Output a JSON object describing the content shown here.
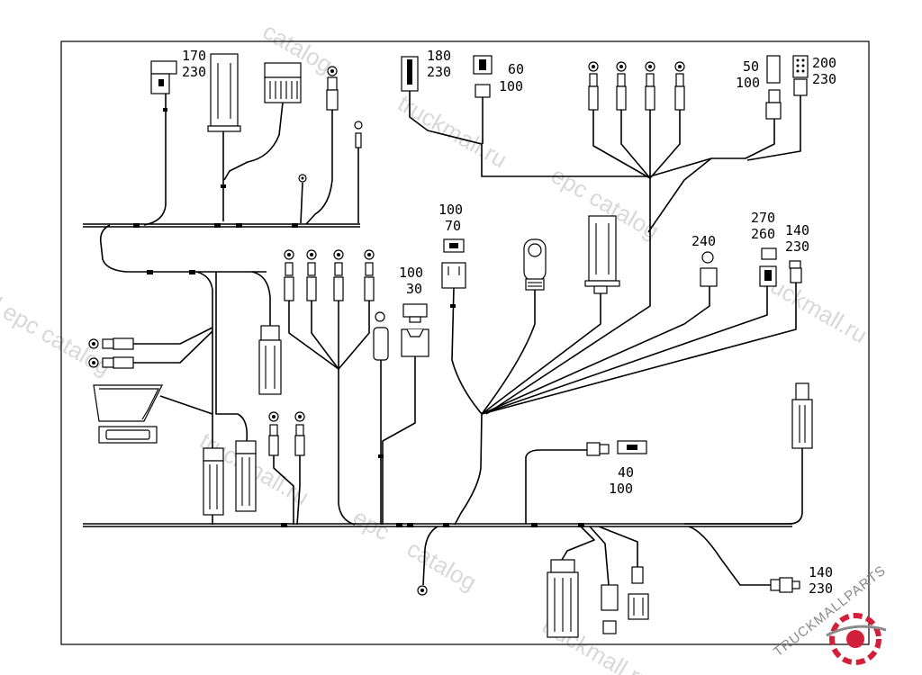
{
  "labels": {
    "l170": "170",
    "l230a": "230",
    "l180": "180",
    "l230b": "230",
    "l60": "60",
    "l100a": "100",
    "l50": "50",
    "l100b": "100",
    "l200": "200",
    "l230c": "230",
    "l100c": "100",
    "l70": "70",
    "l240": "240",
    "l270": "270",
    "l260": "260",
    "l140a": "140",
    "l230d": "230",
    "l100d": "100",
    "l30": "30",
    "l40": "40",
    "l100e": "100",
    "l140b": "140",
    "l230e": "230"
  },
  "watermarks": {
    "w1": "catalog",
    "w2": "truckmall.ru",
    "w3": "epc catalog",
    "w4": "truckmall.ru",
    "w5": "l epc catalog",
    "w6": "truckmall.ru",
    "w7": "epc",
    "w8": "catalog",
    "w9": "truckmall.ru"
  },
  "logo": {
    "text": "TRUCKMALLPARTS"
  },
  "colors": {
    "line": "#000000",
    "watermark": "#b9b9b9",
    "logo_red": "#d21f3c",
    "logo_grey": "#8a8a8a"
  }
}
